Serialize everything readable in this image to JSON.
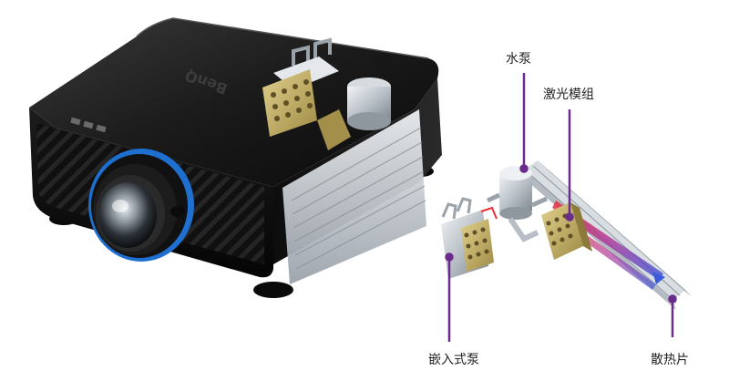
{
  "brand": {
    "logo_text": "BenQ"
  },
  "callouts": {
    "water_pump": "水泵",
    "laser_module": "激光模组",
    "embedded_pump": "嵌入式泵",
    "heat_sink": "散热片"
  },
  "colors": {
    "callout_line": "#6a2c8c",
    "callout_text": "#222222",
    "lens_ring": "#1e6fd0",
    "projector_body": "#111111",
    "laser_gold": "#c9b56a",
    "heat_sink_metal": "#c7cdd3",
    "laser_beam_red": "#e8303c",
    "laser_beam_blue": "#3b5bdb"
  }
}
